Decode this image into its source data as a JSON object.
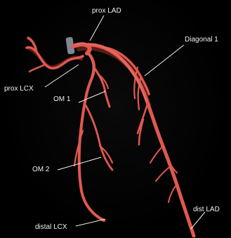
{
  "labels": {
    "prox_lad": "prox LAD",
    "diagonal_1": "Diagonal 1",
    "prox_lcx": "prox LCX",
    "om1": "OM 1",
    "om2": "OM 2",
    "distal_lcx": "distal LCX",
    "dist_lad": "dist LAD"
  },
  "colors": {
    "background": "#000000",
    "vessel": "#e0584f",
    "vessel_highlight": "#f28a80",
    "vessel_shadow": "#9a2f2a",
    "catheter": "#7f8794",
    "label_text": "#f2f2f2",
    "leader_line": "#f2f2f2"
  }
}
